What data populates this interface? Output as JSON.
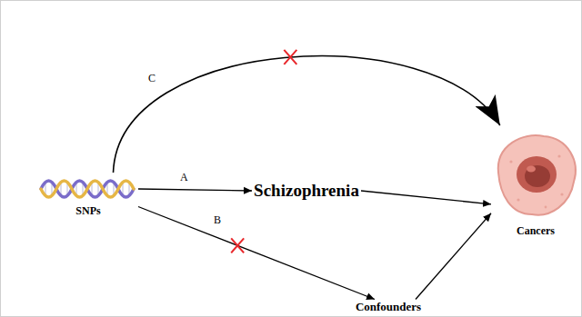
{
  "diagram": {
    "nodes": [
      {
        "text": [
          "SNPs"
        ]
      },
      {
        "text": [
          "Schizophrenia"
        ]
      },
      {
        "text": [
          "Cancers"
        ]
      },
      {
        "text": [
          "Confounders"
        ]
      }
    ],
    "edges": [
      {
        "from": 0,
        "to": 1,
        "arrow": "to",
        "label": "A"
      },
      {
        "from": 1,
        "to": 2,
        "arrow": "to"
      },
      {
        "from": 0,
        "to": 3,
        "arrow": "to",
        "label": "B"
      },
      {
        "from": 3,
        "to": 2,
        "arrow": "to"
      },
      {
        "from": 0,
        "to": 2,
        "arrow": "to",
        "label": "C"
      }
    ]
  }
}
